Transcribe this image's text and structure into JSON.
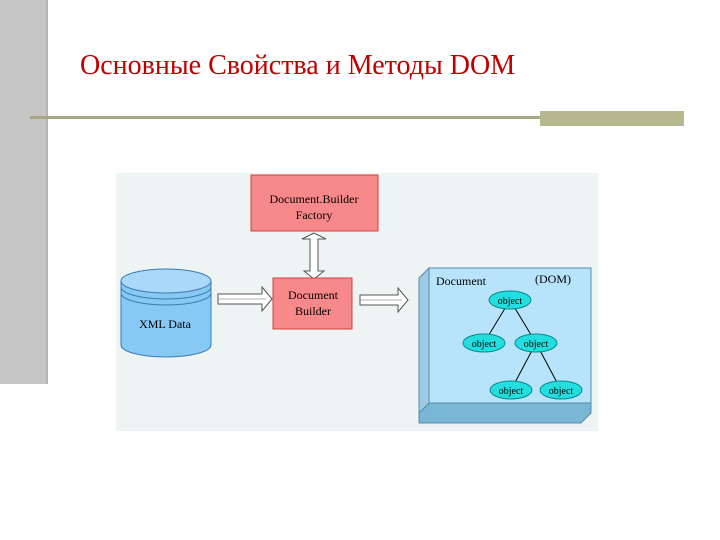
{
  "slide": {
    "title": "Основные Свойства и Методы DOM"
  },
  "diagram": {
    "factory_line1": "Document.Builder",
    "factory_line2": "Factory",
    "builder_line1": "Document",
    "builder_line2": "Builder",
    "xml_label": "XML Data",
    "dom_doc_label": "Document",
    "dom_tag": "(DOM)",
    "object_label": "object"
  },
  "colors": {
    "title": "#c00000",
    "box_fill": "#f7898b",
    "cylinder": "#87c8f5",
    "dom_panel": "#b8e4fb",
    "object_node": "#22dede"
  }
}
